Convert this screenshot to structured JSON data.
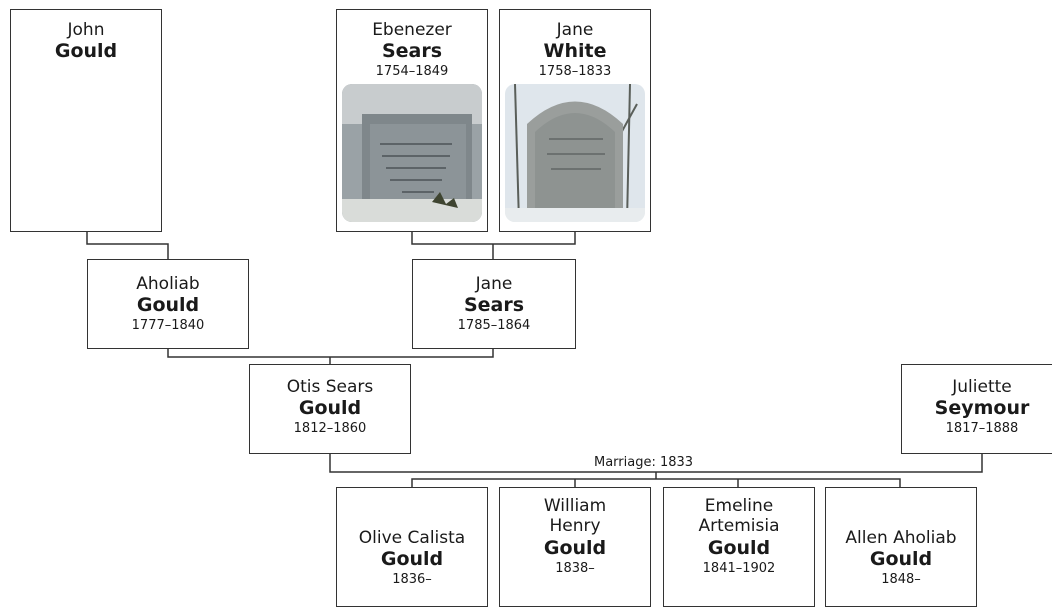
{
  "people": {
    "john_gould": {
      "given": "John",
      "surname": "Gould",
      "dates": ""
    },
    "ebenezer_sears": {
      "given": "Ebenezer",
      "surname": "Sears",
      "dates": "1754–1849"
    },
    "jane_white": {
      "given": "Jane",
      "surname": "White",
      "dates": "1758–1833"
    },
    "aholiab_gould": {
      "given": "Aholiab",
      "surname": "Gould",
      "dates": "1777–1840"
    },
    "jane_sears": {
      "given": "Jane",
      "surname": "Sears",
      "dates": "1785–1864"
    },
    "otis_sears_gould": {
      "given": "Otis Sears",
      "surname": "Gould",
      "dates": "1812–1860"
    },
    "juliette_seymour": {
      "given": "Juliette",
      "surname": "Seymour",
      "dates": "1817–1888"
    },
    "olive_calista_gould": {
      "given": "Olive Calista",
      "surname": "Gould",
      "dates": "1836–"
    },
    "william_henry_gould": {
      "given": "William Henry",
      "surname": "Gould",
      "dates": "1838–"
    },
    "emeline_artemisia_gould": {
      "given": "Emeline Artemisia",
      "surname": "Gould",
      "dates": "1841–1902"
    },
    "allen_aholiab_gould": {
      "given": "Allen Aholiab",
      "surname": "Gould",
      "dates": "1848–"
    }
  },
  "marriage": {
    "label": "Marriage: 1833"
  },
  "colors": {
    "line": "#333333",
    "box_border": "#333333",
    "text": "#1a1a1a"
  },
  "icons": {
    "gravestone_photo": "gravestone-photo-icon"
  }
}
